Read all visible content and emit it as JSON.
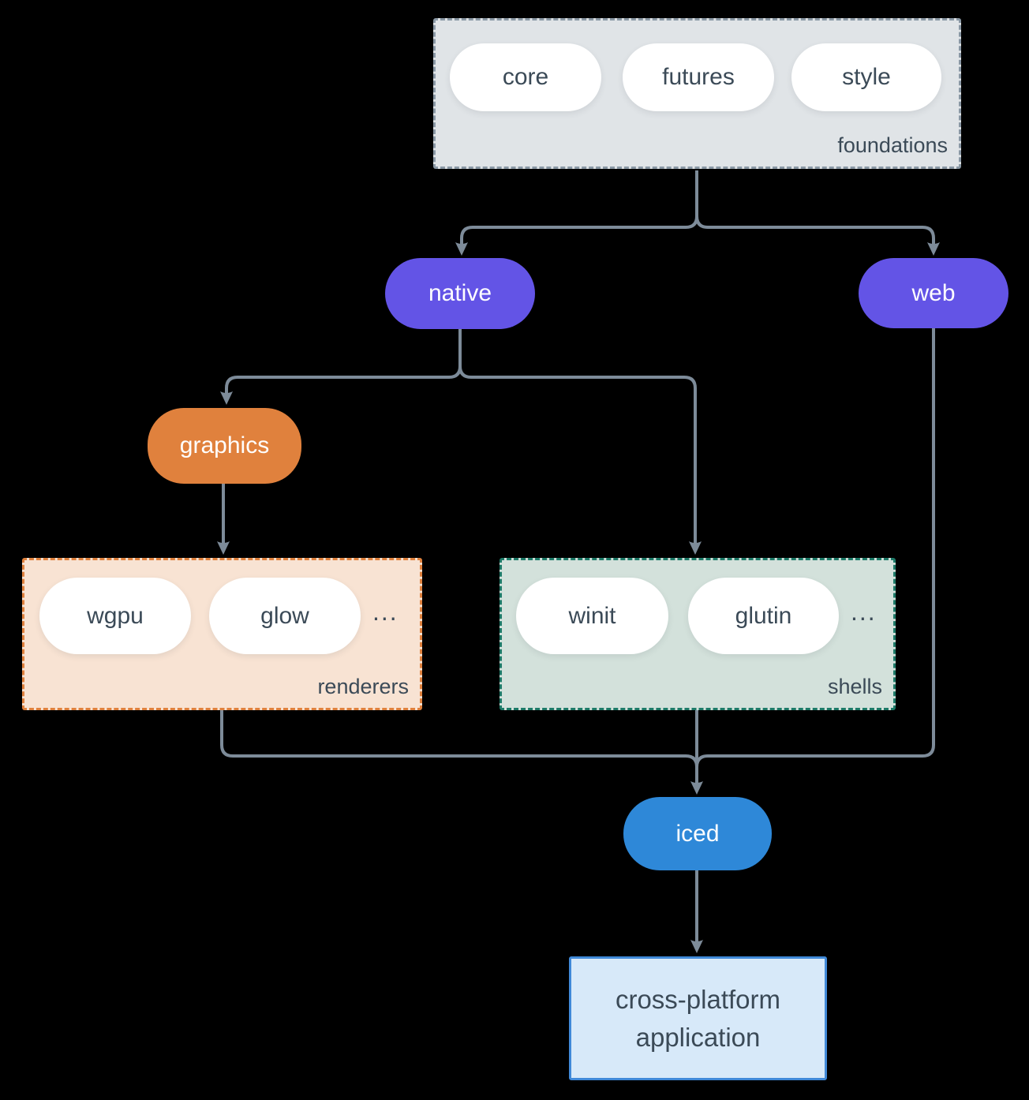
{
  "colors": {
    "background": "#000000",
    "arrow": "#7d8b99",
    "text_dark": "#3b4a57",
    "pill_white": "#ffffff",
    "purple": "#6354e6",
    "orange": "#e0813d",
    "blue": "#2e88d8",
    "foundations_fill": "#e0e4e7",
    "foundations_border": "#8a98a5",
    "renderers_fill": "#f8e3d3",
    "renderers_border": "#e0813d",
    "shells_fill": "#d3e1db",
    "shells_border": "#1d7a68",
    "app_fill": "#d7e9f9",
    "app_border": "#4089d8"
  },
  "groups": {
    "foundations": {
      "label": "foundations",
      "pills": [
        "core",
        "futures",
        "style"
      ]
    },
    "renderers": {
      "label": "renderers",
      "pills": [
        "wgpu",
        "glow"
      ],
      "ellipsis": "..."
    },
    "shells": {
      "label": "shells",
      "pills": [
        "winit",
        "glutin"
      ],
      "ellipsis": "..."
    }
  },
  "nodes": {
    "native": "native",
    "web": "web",
    "graphics": "graphics",
    "iced": "iced",
    "app": {
      "line1": "cross-platform",
      "line2": "application"
    }
  }
}
